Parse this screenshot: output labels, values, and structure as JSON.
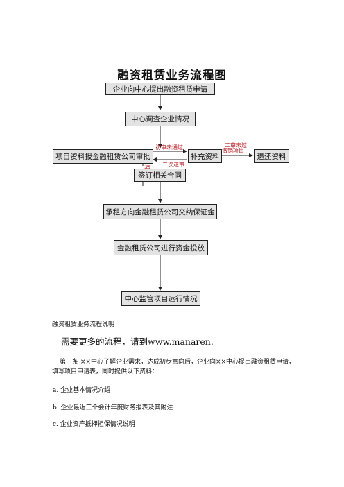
{
  "title": "融资租赁业务流程图",
  "flow": {
    "step_apply": "企业向中心提出融资租赁申请",
    "step_investigate": "中心调查企业情况",
    "step_submit": "项目资料报金融租赁公司审批",
    "step_supplement": "补充资料",
    "step_return": "退还资料",
    "step_contract": "签订相关合同",
    "step_deposit": "承租方向金融租赁公司交纳保证金",
    "step_fund": "金融租赁公司进行资金投放",
    "step_monitor": "中心监管项目运行情况",
    "label_first_fail": "初审未通过",
    "label_second_fail_1": "二审未过",
    "label_second_fail_2": "撤销项目",
    "label_resubmit": "二次送审",
    "label_pass_1": "通",
    "label_pass_2": "过"
  },
  "text": {
    "caption": "融资租赁业务流程说明",
    "more_link": "需要更多的流程，请到www.manaren.",
    "para_1": "第一条  ××中心了解企业需求，达成初步意向后，企业向××中心提出融资租赁申请，",
    "para_2": "填写项目申请表，同时提供以下资料：",
    "item_a": "a. 企业基本情况介绍",
    "item_b": "b. 企业最近三个会计年度财务报表及其附注",
    "item_c": "c. 企业资产抵押担保情况说明"
  }
}
